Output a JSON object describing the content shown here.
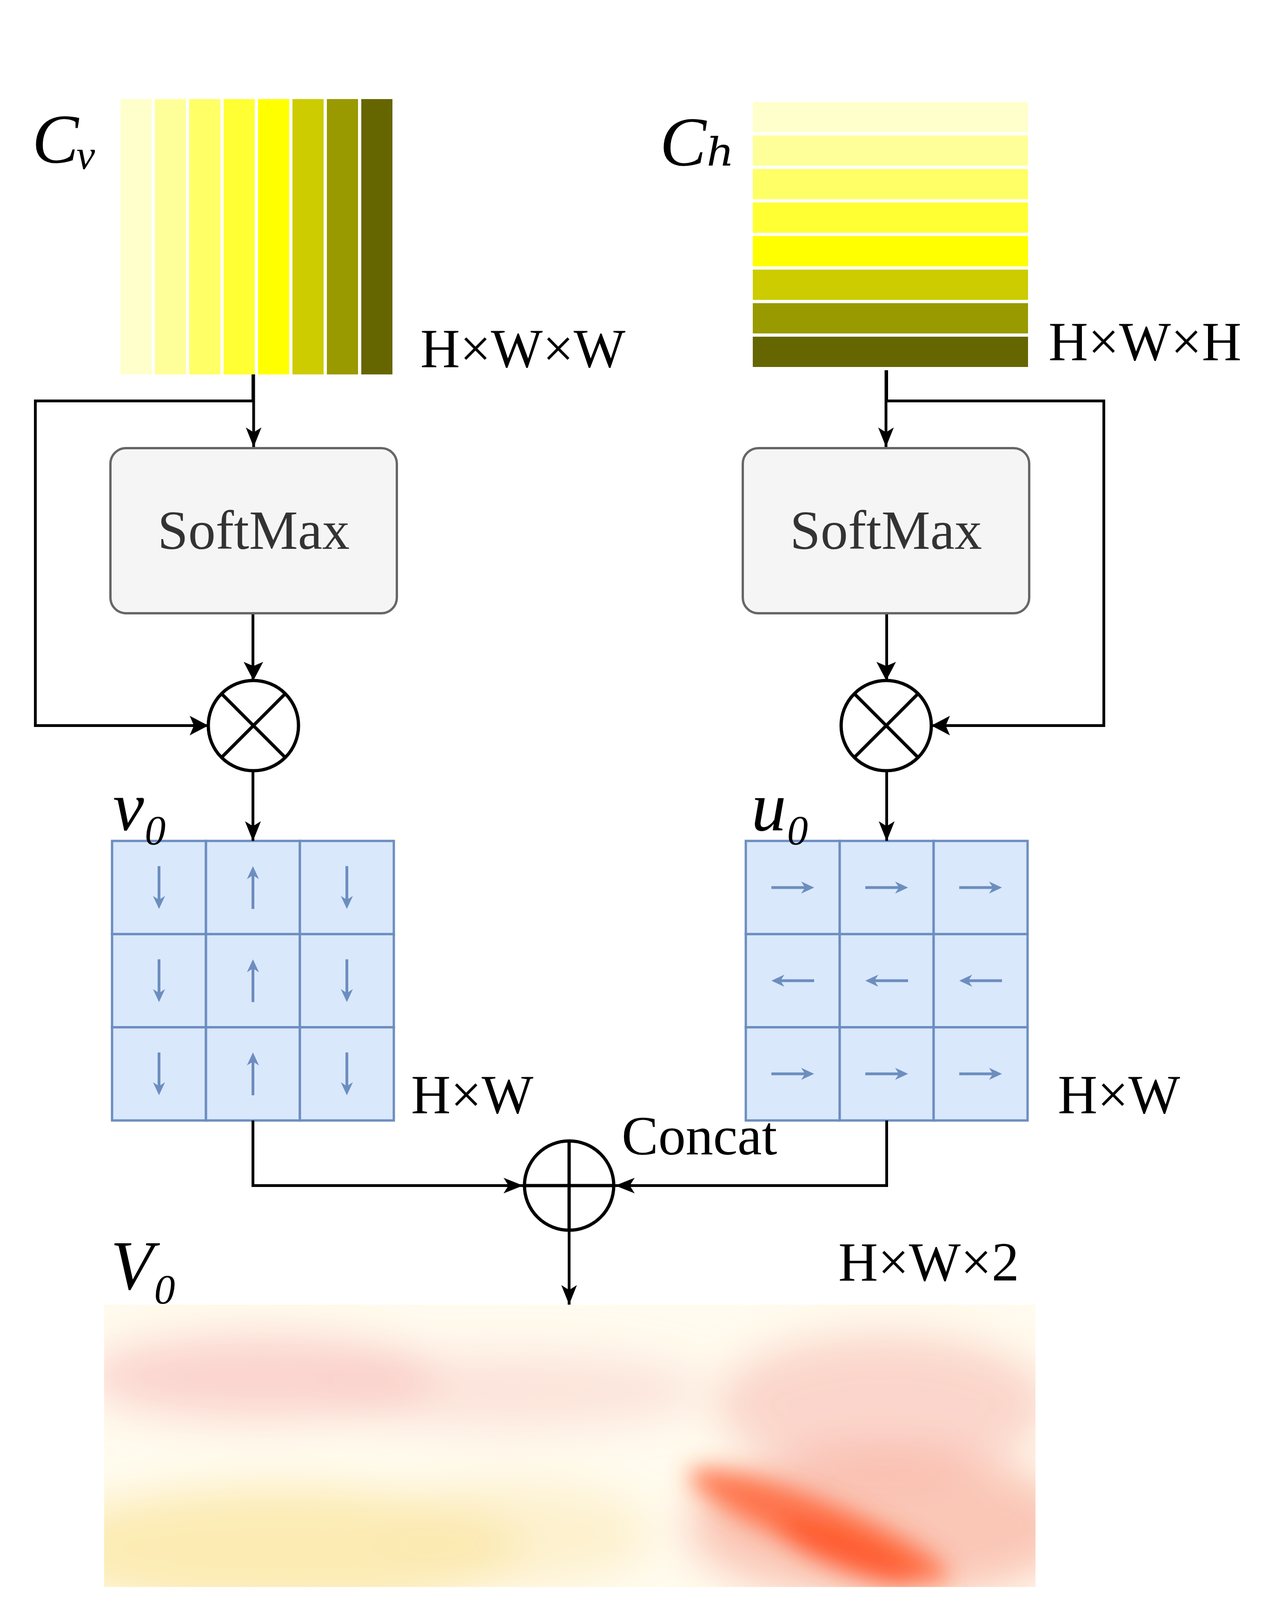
{
  "diagram": {
    "nodes": [
      {
        "text": [
          "Cᵥ"
        ]
      },
      {
        "text": [
          "Cₕ"
        ]
      },
      {
        "text": [
          "SoftMax"
        ]
      },
      {
        "text": [
          "SoftMax"
        ]
      },
      {
        "text": [
          "v₀"
        ]
      },
      {
        "text": [
          "u₀"
        ]
      },
      {
        "text": [
          "Concat"
        ]
      },
      {
        "text": [
          "V₀"
        ]
      }
    ],
    "edges": [
      {
        "from": 0,
        "to": 2,
        "arrow": "to"
      },
      {
        "from": 2,
        "to": 4,
        "arrow": "to"
      },
      {
        "from": 0,
        "to": 4,
        "arrow": "to"
      },
      {
        "from": 1,
        "to": 3,
        "arrow": "to"
      },
      {
        "from": 3,
        "to": 5,
        "arrow": "to"
      },
      {
        "from": 1,
        "to": 5,
        "arrow": "to"
      },
      {
        "from": 4,
        "to": 6,
        "arrow": "to"
      },
      {
        "from": 5,
        "to": 6,
        "arrow": "to"
      },
      {
        "from": 6,
        "to": 7,
        "arrow": "to"
      }
    ],
    "labels": [
      "H×W×W",
      "H×W×H",
      "H×W",
      "H×W",
      "H×W×2"
    ]
  }
}
